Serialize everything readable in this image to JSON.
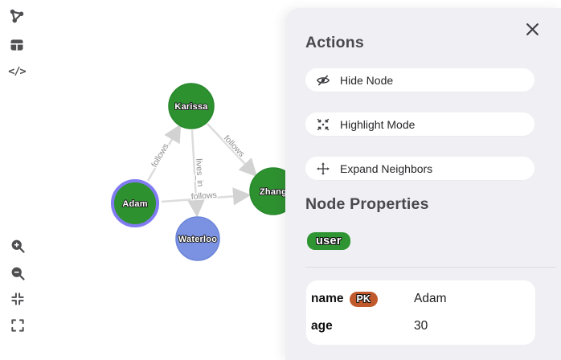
{
  "toolbar": {
    "top_icons": [
      "graph-view",
      "table-view",
      "code-view"
    ],
    "bottom_icons": [
      "zoom-in",
      "zoom-out",
      "fit-view",
      "fullscreen"
    ],
    "code_glyph": "</>"
  },
  "graph": {
    "nodes": [
      {
        "label": "Karissa",
        "type": "user",
        "color": "#2e9130"
      },
      {
        "label": "Adam",
        "type": "user",
        "color": "#2e9130",
        "selected": true
      },
      {
        "label": "Waterloo",
        "type": "city",
        "color": "#7b92e3"
      },
      {
        "label": "Zhang",
        "type": "user",
        "color": "#2e9130"
      }
    ],
    "edges": [
      {
        "from": "Adam",
        "to": "Karissa",
        "label": "follows"
      },
      {
        "from": "Karissa",
        "to": "Zhang",
        "label": "follows"
      },
      {
        "from": "Karissa",
        "to": "Waterloo",
        "label": "lives_in"
      },
      {
        "from": "Adam",
        "to": "Zhang",
        "label": "follows"
      }
    ],
    "colors": {
      "user_node": "#2e9130",
      "city_node": "#7b92e3",
      "selection_ring": "#817bf2",
      "edge": "#dcdcdc"
    }
  },
  "panel": {
    "title": "Actions",
    "actions": [
      {
        "icon": "eye-off-icon",
        "label": "Hide Node"
      },
      {
        "icon": "highlight-icon",
        "label": "Highlight Mode"
      },
      {
        "icon": "move-icon",
        "label": "Expand Neighbors"
      }
    ],
    "properties": {
      "title": "Node Properties",
      "node_label": {
        "text": "user",
        "color": "#2f9432"
      },
      "rows": [
        {
          "key": "name",
          "badge": "PK",
          "value": "Adam"
        },
        {
          "key": "age",
          "value": "30"
        }
      ],
      "pk_color": "#c05a2c"
    }
  }
}
